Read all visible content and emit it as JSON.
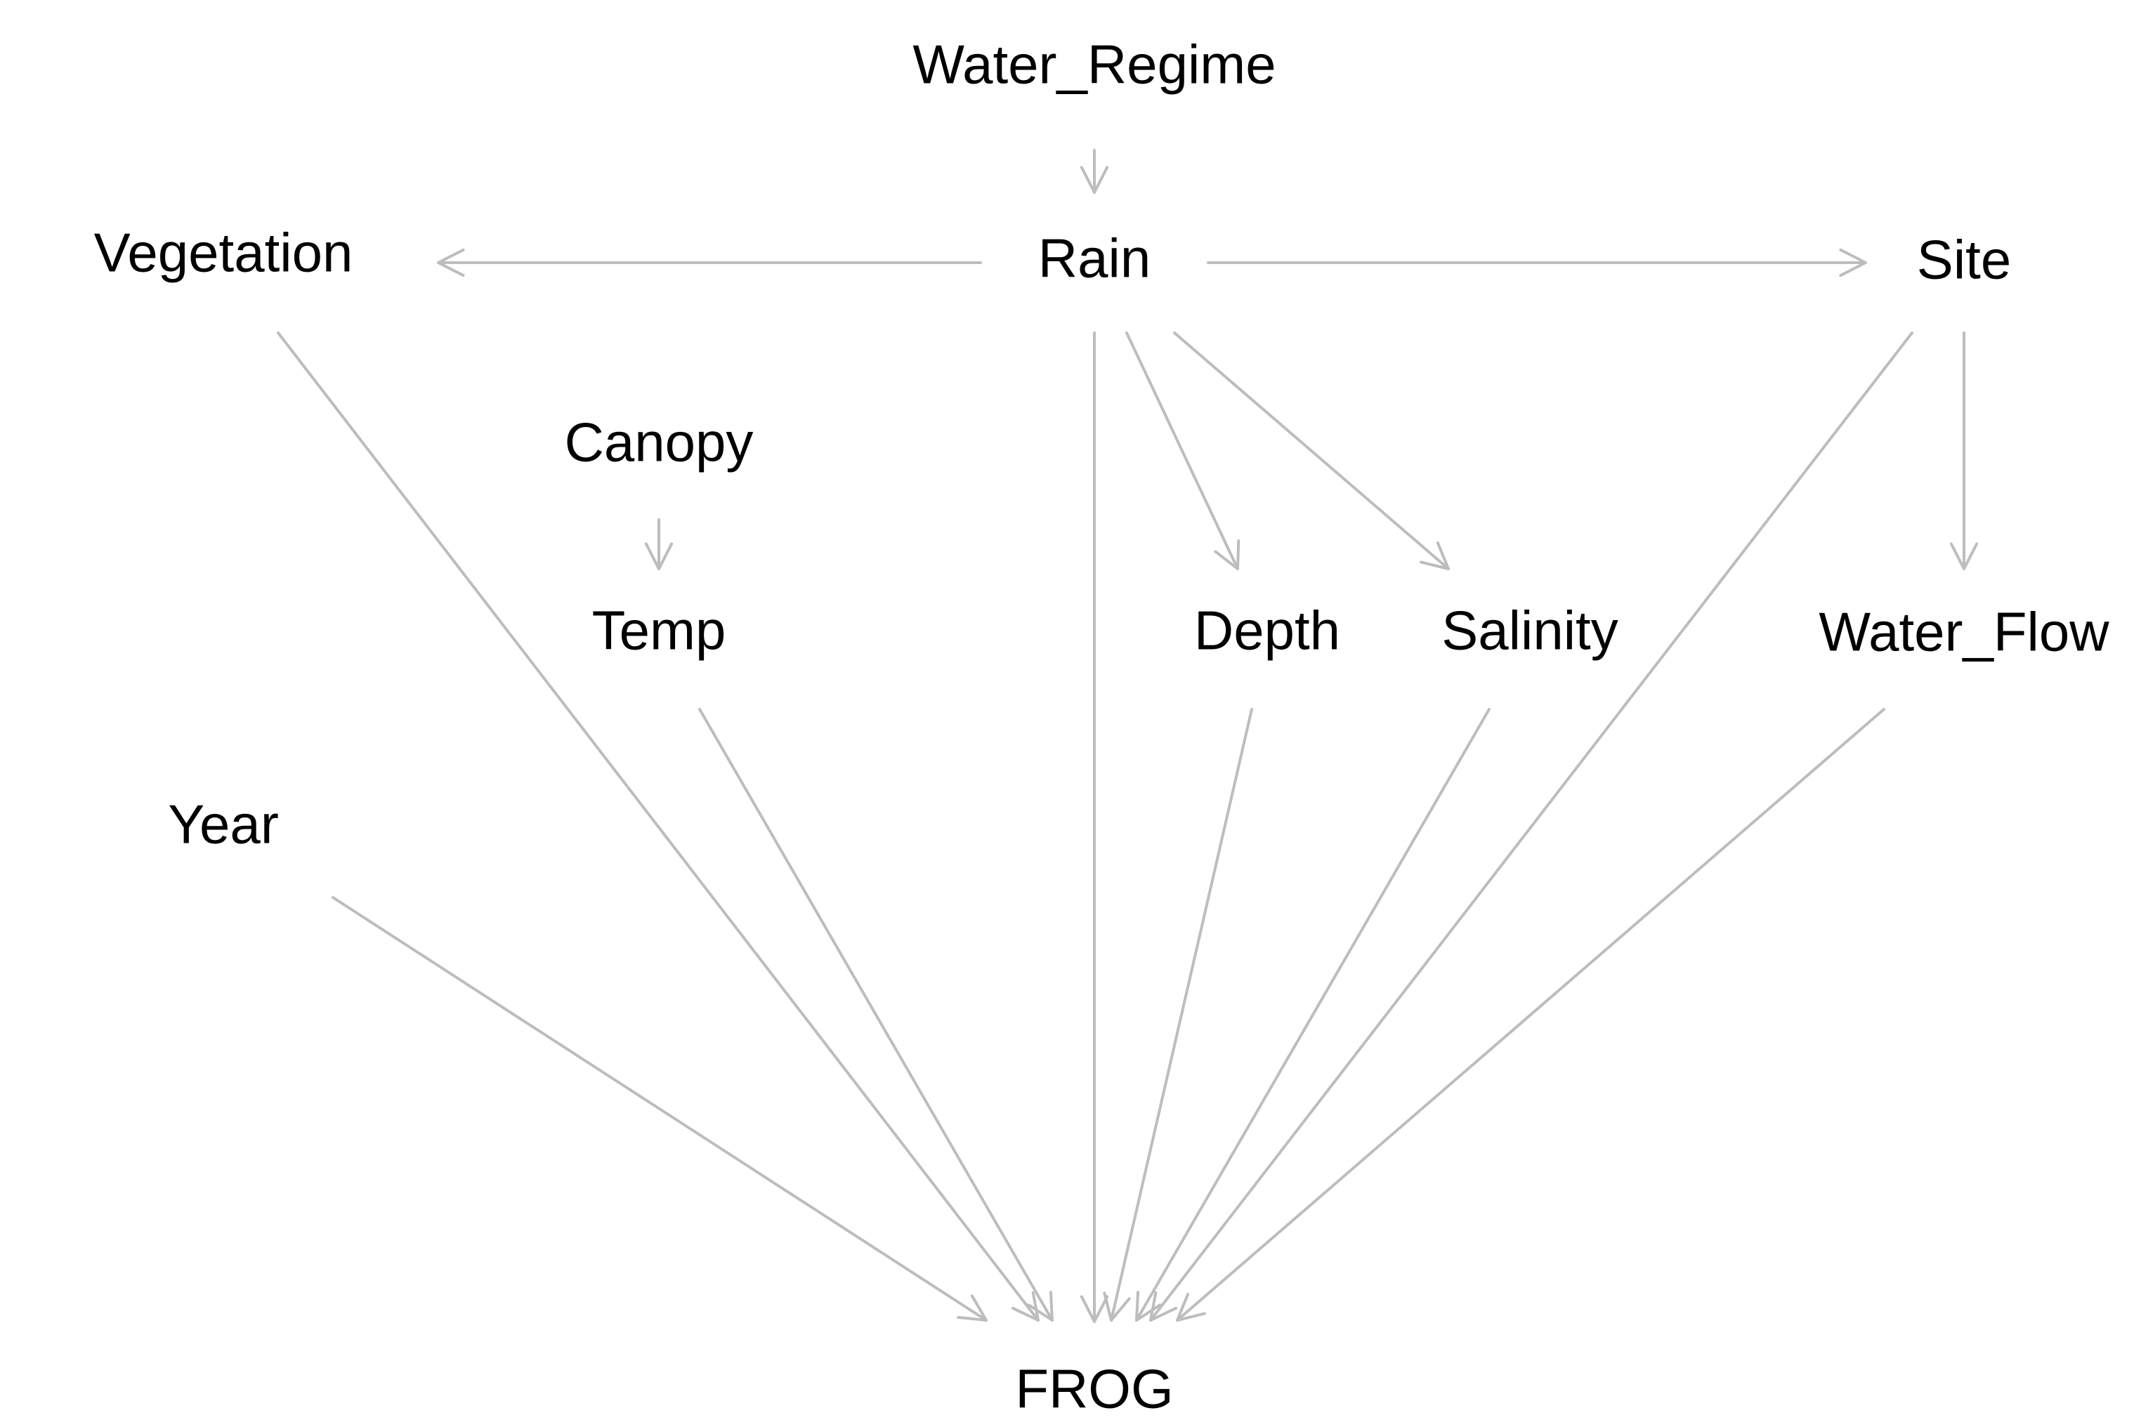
{
  "nodes": [
    {
      "id": "water_regime",
      "label": "Water_Regime"
    },
    {
      "id": "rain",
      "label": "Rain"
    },
    {
      "id": "vegetation",
      "label": "Vegetation"
    },
    {
      "id": "site",
      "label": "Site"
    },
    {
      "id": "canopy",
      "label": "Canopy"
    },
    {
      "id": "temp",
      "label": "Temp"
    },
    {
      "id": "depth",
      "label": "Depth"
    },
    {
      "id": "salinity",
      "label": "Salinity"
    },
    {
      "id": "water_flow",
      "label": "Water_Flow"
    },
    {
      "id": "year",
      "label": "Year"
    },
    {
      "id": "frog",
      "label": "FROG"
    }
  ],
  "edges": [
    {
      "from": "water_regime",
      "to": "rain"
    },
    {
      "from": "rain",
      "to": "vegetation"
    },
    {
      "from": "rain",
      "to": "site"
    },
    {
      "from": "rain",
      "to": "depth"
    },
    {
      "from": "rain",
      "to": "salinity"
    },
    {
      "from": "rain",
      "to": "frog"
    },
    {
      "from": "canopy",
      "to": "temp"
    },
    {
      "from": "site",
      "to": "water_flow"
    },
    {
      "from": "site",
      "to": "frog"
    },
    {
      "from": "vegetation",
      "to": "frog"
    },
    {
      "from": "temp",
      "to": "frog"
    },
    {
      "from": "depth",
      "to": "frog"
    },
    {
      "from": "salinity",
      "to": "frog"
    },
    {
      "from": "water_flow",
      "to": "frog"
    },
    {
      "from": "year",
      "to": "frog"
    }
  ],
  "colors": {
    "edge": "#bdbdbd",
    "text": "#000000",
    "background": "#ffffff"
  }
}
